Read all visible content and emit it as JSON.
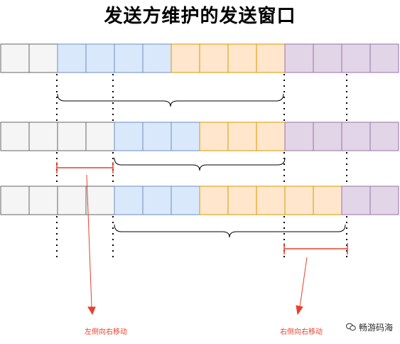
{
  "title": "发送方维护的发送窗口",
  "colors": {
    "gray": {
      "fill": "#f5f5f5",
      "stroke": "#666666"
    },
    "blue": {
      "fill": "#dae8fc",
      "stroke": "#6c8ebf"
    },
    "orange": {
      "fill": "#ffe6cc",
      "stroke": "#d79b00"
    },
    "purple": {
      "fill": "#e1d5e7",
      "stroke": "#9673a6"
    },
    "annotation": "#e8402e"
  },
  "rows": [
    [
      "gray",
      "gray",
      "blue",
      "blue",
      "blue",
      "blue",
      "orange",
      "orange",
      "orange",
      "orange",
      "purple",
      "purple",
      "purple",
      "purple"
    ],
    [
      "gray",
      "gray",
      "gray",
      "gray",
      "blue",
      "blue",
      "blue",
      "orange",
      "orange",
      "orange",
      "purple",
      "purple",
      "purple",
      "purple"
    ],
    [
      "gray",
      "gray",
      "gray",
      "gray",
      "blue",
      "blue",
      "blue",
      "orange",
      "orange",
      "orange",
      "orange",
      "orange",
      "purple",
      "purple"
    ]
  ],
  "annotations": {
    "left_move": "左侧向右移动",
    "right_move": "右侧向右移动"
  },
  "watermark": "畅游码海"
}
